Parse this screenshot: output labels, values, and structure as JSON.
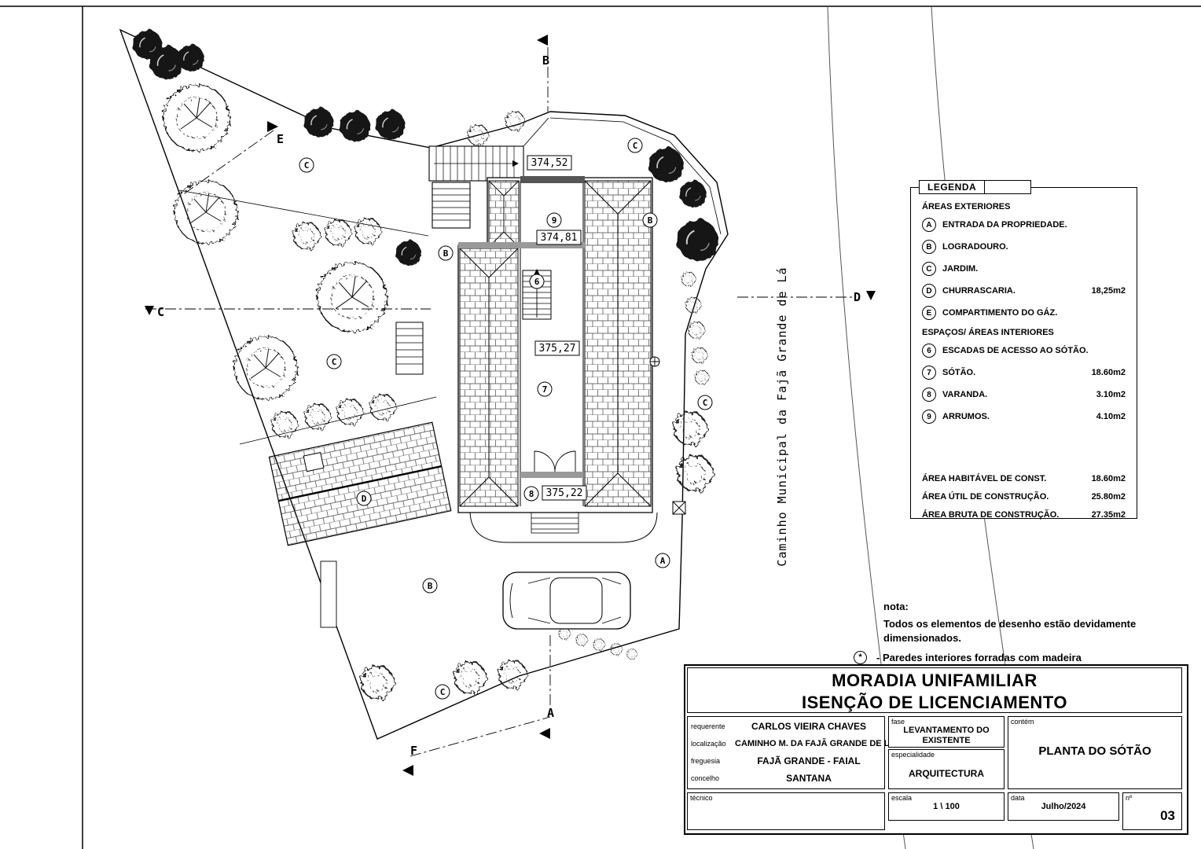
{
  "plan": {
    "elevations": [
      "374,52",
      "374,81",
      "375,27",
      "375,22"
    ],
    "zones": {
      "a": "A",
      "b": "B",
      "c": "C",
      "d": "D"
    },
    "rooms": {
      "n6": "6",
      "n7": "7",
      "n8": "8",
      "n9": "9"
    },
    "sections": {
      "a": "A",
      "b": "B",
      "c": "C",
      "d": "D",
      "e": "E",
      "f": "F"
    },
    "road_label": "Caminho Municipal da Fajã Grande de Lá"
  },
  "legend": {
    "title": "LEGENDA",
    "exterior_title": "ÁREAS EXTERIORES",
    "exterior": [
      {
        "key": "A",
        "label": "ENTRADA DA PROPRIEDADE.",
        "value": ""
      },
      {
        "key": "B",
        "label": "LOGRADOURO.",
        "value": ""
      },
      {
        "key": "C",
        "label": "JARDIM.",
        "value": ""
      },
      {
        "key": "D",
        "label": "CHURRASCARIA.",
        "value": "18,25m2"
      },
      {
        "key": "E",
        "label": "COMPARTIMENTO DO GÁZ.",
        "value": ""
      }
    ],
    "interior_title": "ESPAÇOS/ ÁREAS INTERIORES",
    "interior": [
      {
        "key": "6",
        "label": "ESCADAS DE ACESSO AO SÓTÃO.",
        "value": ""
      },
      {
        "key": "7",
        "label": "SÓTÃO.",
        "value": "18.60m2"
      },
      {
        "key": "8",
        "label": "VARANDA.",
        "value": "3.10m2"
      },
      {
        "key": "9",
        "label": "ARRUMOS.",
        "value": "4.10m2"
      }
    ],
    "totals": [
      {
        "label": "ÁREA HABITÁVEL DE CONST.",
        "value": "18.60m2"
      },
      {
        "label": "ÁREA ÚTIL DE CONSTRUÇÃO.",
        "value": "25.80m2"
      },
      {
        "label": "ÁREA BRUTA DE CONSTRUÇÃO.",
        "value": "27.35m2"
      }
    ]
  },
  "nota": {
    "heading": "nota:",
    "line1": "Todos os elementos de desenho estão devidamente",
    "line2": "dimensionados.",
    "asterisk": "*",
    "line3": "- Paredes interiores forradas com madeira"
  },
  "title_block": {
    "title_line1": "MORADIA UNIFAMILIAR",
    "title_line2": "ISENÇÃO DE LICENCIAMENTO",
    "requerente_label": "requerente",
    "requerente": "CARLOS VIEIRA CHAVES",
    "localizacao_label": "localização",
    "localizacao": "CAMINHO M. DA FAJÃ GRANDE DE LÁ",
    "freguesia_label": "freguesia",
    "freguesia": "FAJÃ GRANDE  -  FAIAL",
    "concelho_label": "concelho",
    "concelho": "SANTANA",
    "fase_label": "fase",
    "fase_line1": "LEVANTAMENTO DO",
    "fase_line2": "EXISTENTE",
    "especialidade_label": "especialidade",
    "especialidade": "ARQUITECTURA",
    "contem_label": "contém",
    "contem": "PLANTA DO SÓTÃO",
    "tecnico_label": "técnico",
    "escala_label": "escala",
    "escala": "1 \\ 100",
    "data_label": "data",
    "data": "Julho/2024",
    "numero_label": "nº",
    "numero": "03"
  }
}
